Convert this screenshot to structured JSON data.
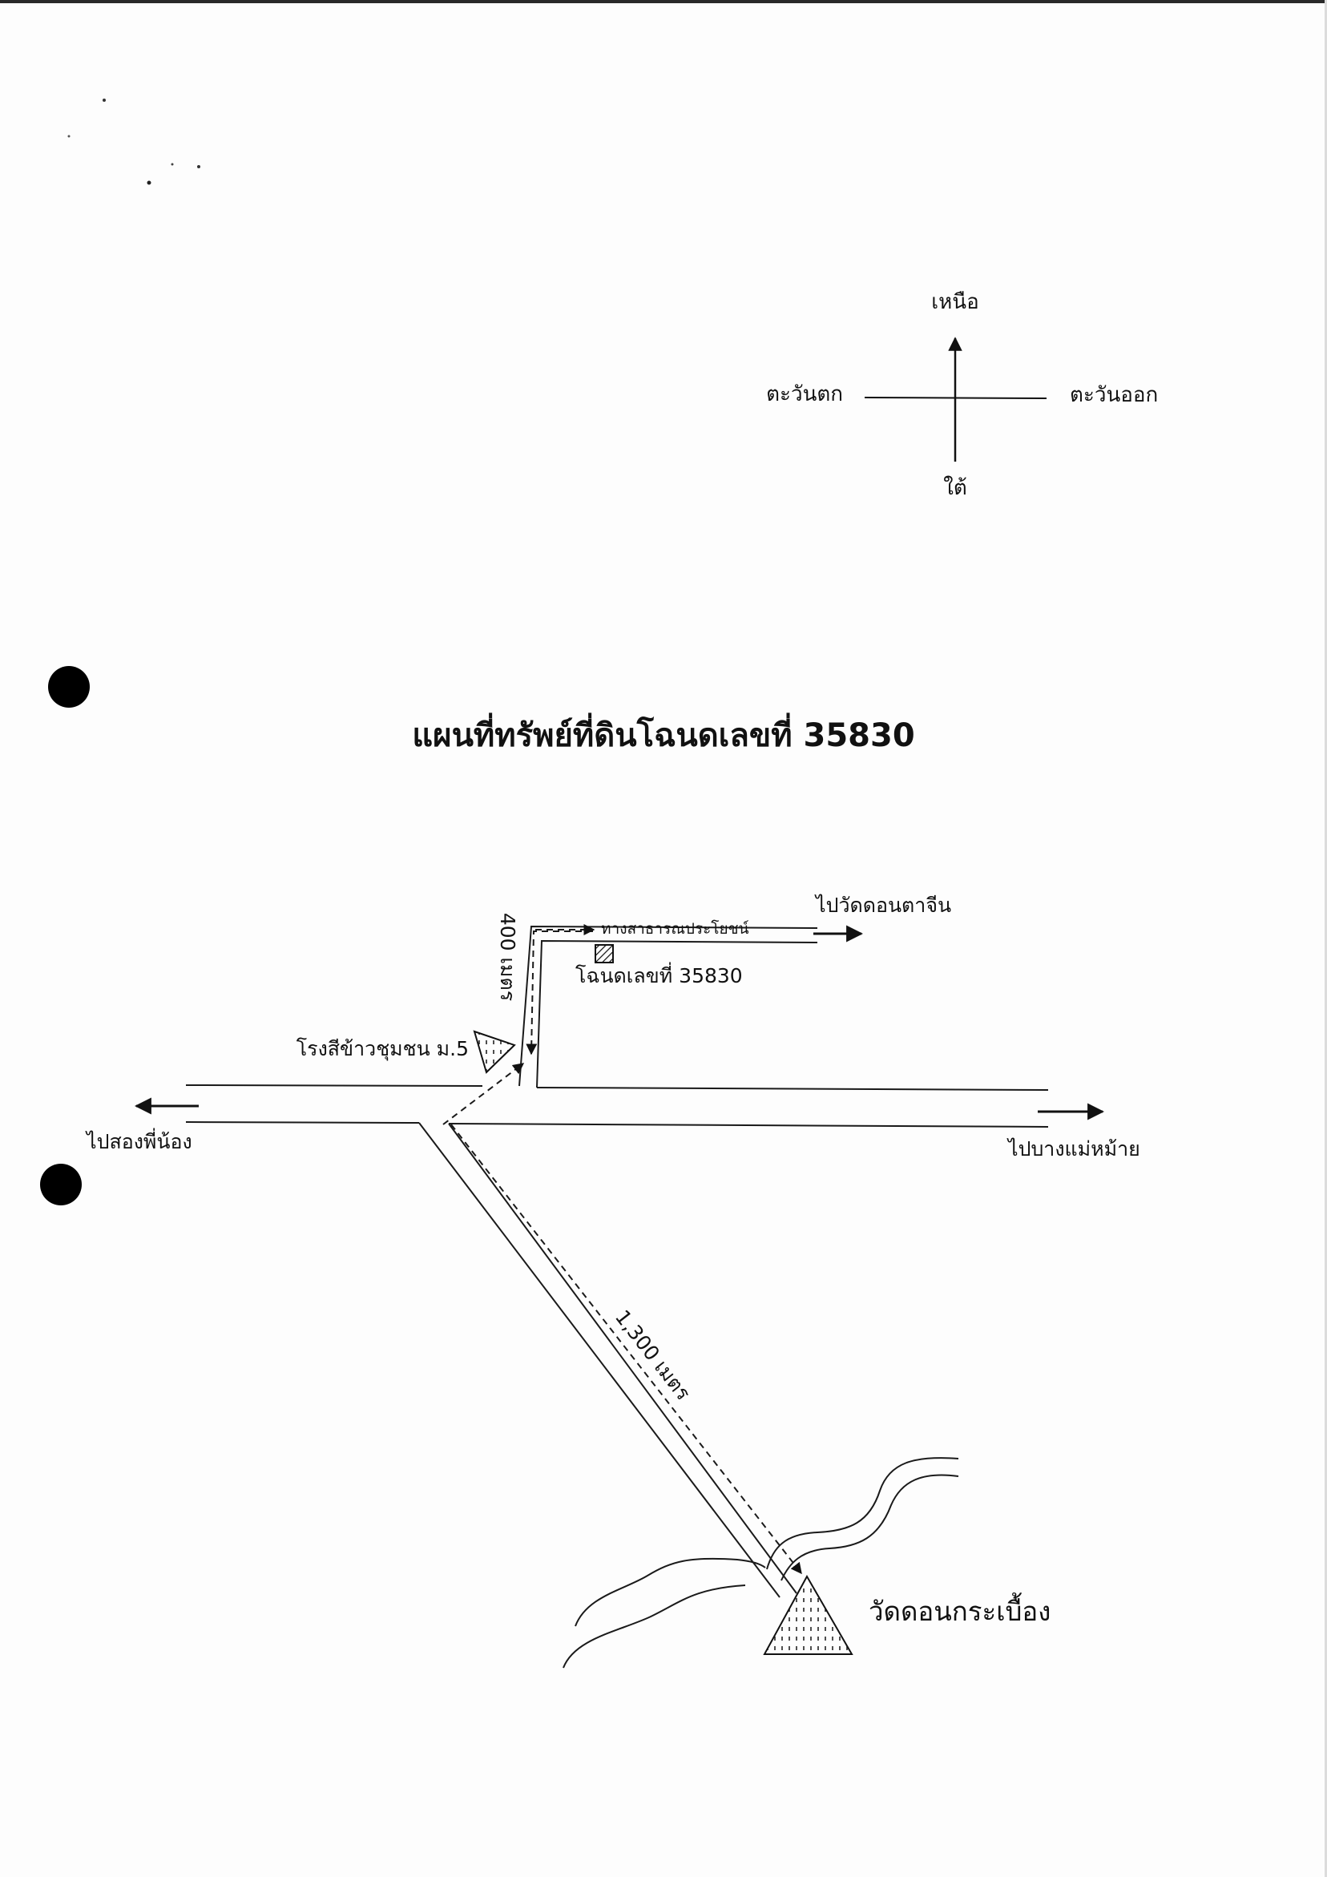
{
  "title": "แผนที่ทรัพย์ที่ดินโฉนดเลขที่ 35830",
  "compass": {
    "north": "เหนือ",
    "south": "ใต้",
    "east": "ตะวันออก",
    "west": "ตะวันตก"
  },
  "landmarks": {
    "rice_mill": "โรงสีข้าวชุมชน ม.5",
    "temple": "วัดดอนกระเบื้อง",
    "parcel": "โฉนดเลขที่ 35830",
    "public_way": "ทางสาธารณประโยชน์"
  },
  "directions": {
    "to_wat_don_ta_chin": "ไปวัดดอนตาจีน",
    "to_song_phi_nong": "ไปสองพี่น้อง",
    "to_bang_mae_mai": "ไปบางแม่หม้าย"
  },
  "distances": {
    "short": "400 เมตร",
    "long": "1,300 เมตร"
  }
}
